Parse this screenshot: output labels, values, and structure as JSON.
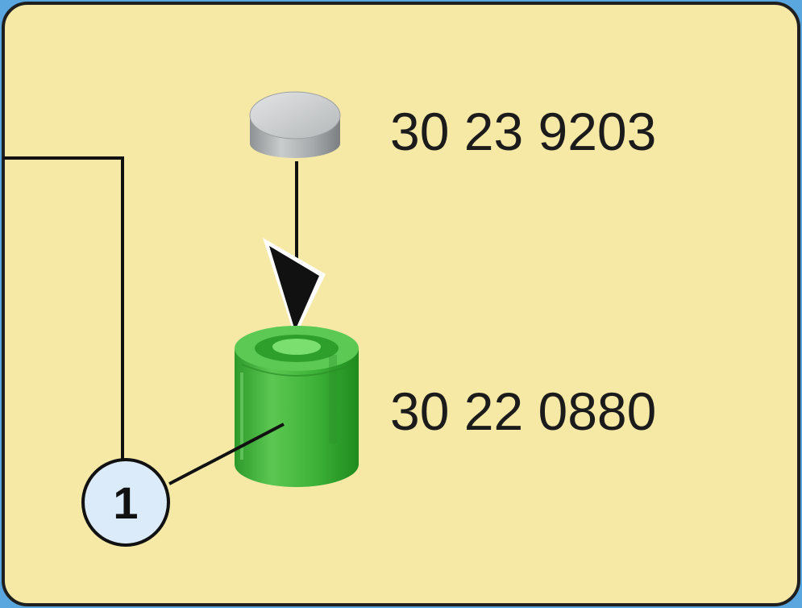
{
  "parts": [
    {
      "part_number": "30 23 9203",
      "item": "grey cap"
    },
    {
      "part_number": "30 22 0880",
      "item": "green cylinder"
    }
  ],
  "callout": {
    "label": "1"
  },
  "colors": {
    "frame_border": "#5aa6de",
    "panel_fill": "#f6e9a6",
    "cap_grey": "#b9bcbe",
    "cylinder_green": "#3fb03a",
    "callout_fill": "#dcebfa"
  },
  "icons": [
    "arrow-down-icon"
  ]
}
